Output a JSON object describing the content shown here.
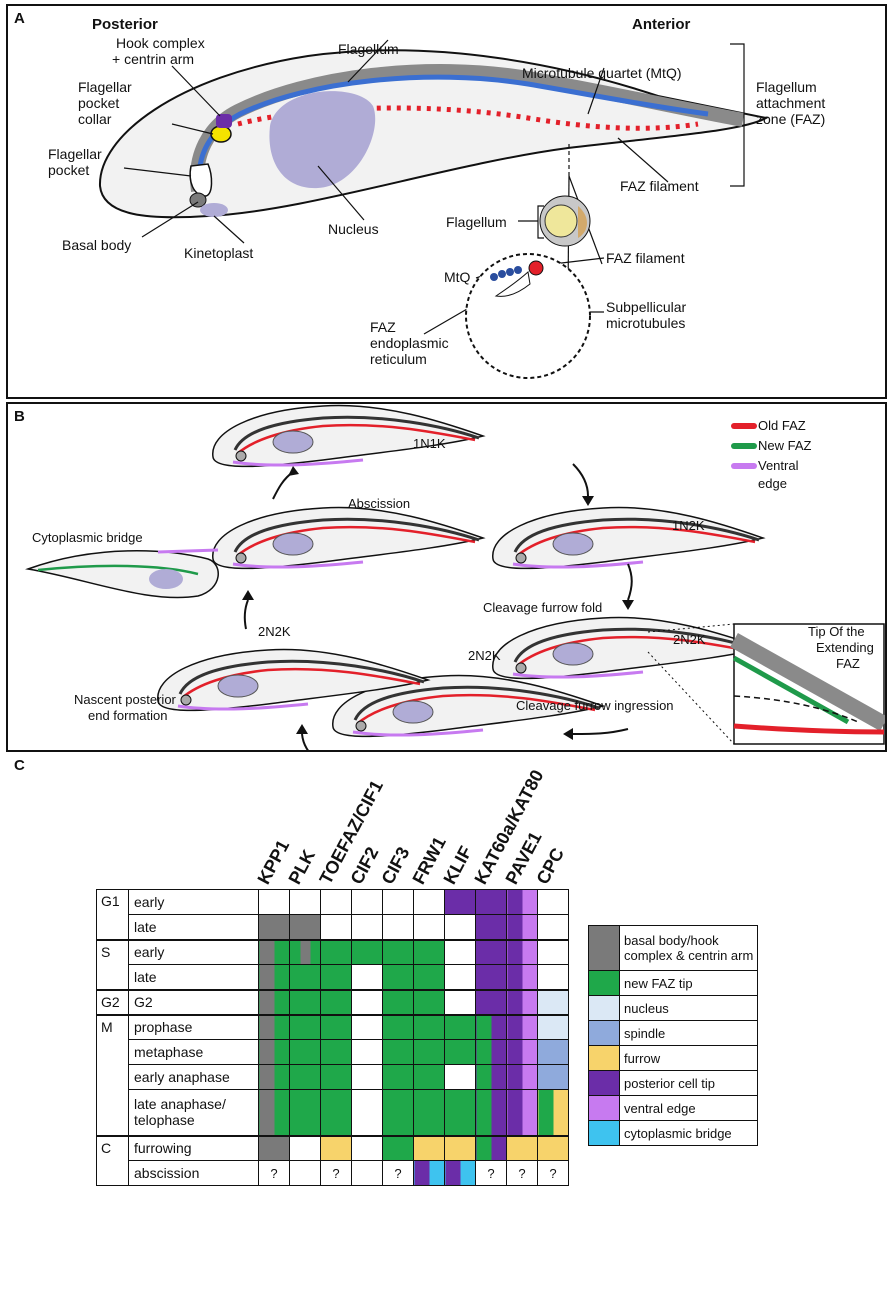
{
  "panels": {
    "a": "A",
    "b": "B",
    "c": "C"
  },
  "panel_a": {
    "posterior": "Posterior",
    "anterior": "Anterior",
    "flagellum": "Flagellum",
    "hook_complex_1": "Hook complex",
    "hook_complex_2": "+ centrin arm",
    "collar_1": "Flagellar",
    "collar_2": "pocket",
    "collar_3": "collar",
    "pocket_1": "Flagellar",
    "pocket_2": "pocket",
    "basal_body": "Basal body",
    "kinetoplast": "Kinetoplast",
    "nucleus": "Nucleus",
    "mtq": "Microtubule quartet (MtQ)",
    "faz_1": "Flagellum",
    "faz_2": "attachment",
    "faz_3": "zone (FAZ)",
    "faz_filament": "FAZ filament",
    "inset_flagellum": "Flagellum",
    "inset_faz_filament": "FAZ filament",
    "inset_mtq": "MtQ",
    "er_1": "FAZ",
    "er_2": "endoplasmic",
    "er_3": "reticulum",
    "subpellicular_1": "Subpellicular",
    "subpellicular_2": "microtubules"
  },
  "panel_b": {
    "legend": [
      {
        "label": "Old FAZ",
        "color": "#e3202a"
      },
      {
        "label": "New FAZ",
        "color": "#1f9a4a"
      },
      {
        "label": "Ventral",
        "label2": "edge",
        "color": "#c77af0"
      }
    ],
    "stage_1n1k": "1N1K",
    "stage_1n2k": "1N2K",
    "stage_2n2k_a": "2N2K",
    "stage_2n2k_b": "2N2K",
    "stage_2n2k_c": "2N2K",
    "abscission": "Abscission",
    "cyto_bridge": "Cytoplasmic bridge",
    "fold": "Cleavage furrow fold",
    "ingression": "Cleavage furrow ingression",
    "nascent_1": "Nascent posterior",
    "nascent_2": "end formation",
    "tip_1": "Tip Of the",
    "tip_2": "Extending",
    "tip_3": "FAZ"
  },
  "panel_c": {
    "columns": [
      "KPP1",
      "PLK",
      "TOEFAZ/CIF1",
      "CIF2",
      "CIF3",
      "FRW1",
      "KLIF",
      "KAT60a/KAT80",
      "PAVE1",
      "CPC"
    ],
    "phases": [
      {
        "label": "G1",
        "rows": 2
      },
      {
        "label": "S",
        "rows": 2
      },
      {
        "label": "G2",
        "rows": 1
      },
      {
        "label": "M",
        "rows": 4
      },
      {
        "label": "C",
        "rows": 2
      }
    ],
    "rows": [
      {
        "stage": "early",
        "cells": [
          "",
          "",
          "",
          "",
          "",
          "",
          "P",
          "P",
          "P|V",
          ""
        ]
      },
      {
        "stage": "late",
        "cells": [
          "K",
          "K",
          "",
          "",
          "",
          "",
          "",
          "P",
          "P|V",
          ""
        ]
      },
      {
        "stage": "early",
        "cells": [
          "K|G",
          "G|K|G",
          "G",
          "G",
          "G",
          "G",
          "",
          "P",
          "P|V",
          ""
        ]
      },
      {
        "stage": "late",
        "cells": [
          "K|G",
          "G",
          "G",
          "",
          "G",
          "G",
          "",
          "P",
          "P|V",
          ""
        ]
      },
      {
        "stage": "G2",
        "cells": [
          "K|G",
          "G",
          "G",
          "",
          "G",
          "G",
          "",
          "P",
          "P|V",
          "N"
        ]
      },
      {
        "stage": "prophase",
        "cells": [
          "K|G",
          "G",
          "G",
          "",
          "G",
          "G",
          "G",
          "G|P",
          "P|V",
          "N"
        ]
      },
      {
        "stage": "metaphase",
        "cells": [
          "K|G",
          "G",
          "G",
          "",
          "G",
          "G",
          "G",
          "G|P",
          "P|V",
          "S"
        ]
      },
      {
        "stage": "early anaphase",
        "cells": [
          "K|G",
          "G",
          "G",
          "",
          "G",
          "G",
          "",
          "G|P",
          "P|V",
          "S"
        ]
      },
      {
        "stage": "late anaphase/\ntelophase",
        "cells": [
          "K|G",
          "G",
          "G",
          "",
          "G",
          "G",
          "G",
          "G|P",
          "P|V",
          "G|F"
        ],
        "tall": true
      },
      {
        "stage": "furrowing",
        "cells": [
          "K",
          "",
          "F",
          "",
          "G",
          "F",
          "F",
          "G|P",
          "F",
          "F"
        ]
      },
      {
        "stage": "abscission",
        "cells": [
          "?",
          "",
          "?",
          "",
          "?",
          "P|B",
          "P|B",
          "?",
          "?",
          "?"
        ]
      }
    ],
    "colors": {
      "K": "#7a7a7a",
      "G": "#1fa84a",
      "N": "#dbe8f5",
      "S": "#8faadc",
      "F": "#f7d36b",
      "P": "#6b2da8",
      "V": "#c77af0",
      "B": "#3ec3ef"
    },
    "legend": [
      {
        "key": "K",
        "label": "basal body/hook",
        "label2": "complex & centrin arm"
      },
      {
        "key": "G",
        "label": "new FAZ tip"
      },
      {
        "key": "N",
        "label": "nucleus"
      },
      {
        "key": "S",
        "label": "spindle"
      },
      {
        "key": "F",
        "label": "furrow"
      },
      {
        "key": "P",
        "label": "posterior cell tip"
      },
      {
        "key": "V",
        "label": "ventral edge"
      },
      {
        "key": "B",
        "label": "cytoplasmic bridge"
      }
    ]
  }
}
